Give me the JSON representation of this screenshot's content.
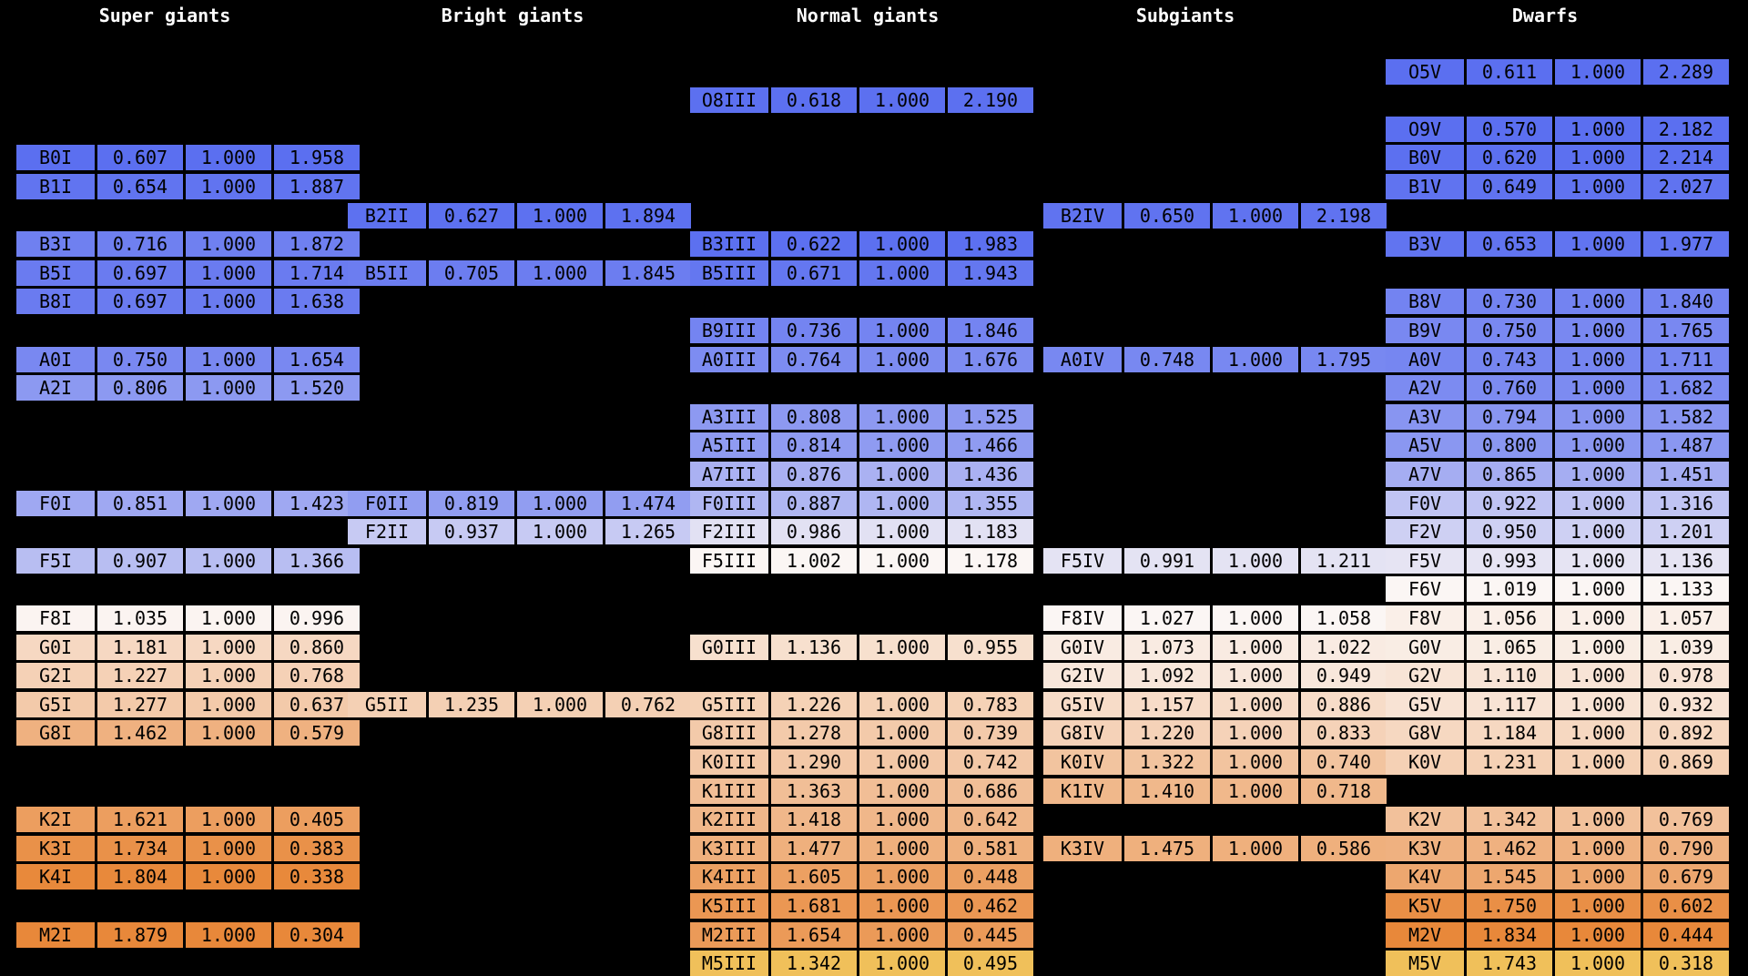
{
  "headers": [
    "Super giants",
    "Bright giants",
    "Normal giants",
    "Subgiants",
    "Dwarfs"
  ],
  "columns": [
    {
      "group": "Super giants",
      "rows": [
        {
          "row": 4,
          "cls": "B0I",
          "v": [
            "0.607",
            "1.000",
            "1.958"
          ]
        },
        {
          "row": 5,
          "cls": "B1I",
          "v": [
            "0.654",
            "1.000",
            "1.887"
          ]
        },
        {
          "row": 7,
          "cls": "B3I",
          "v": [
            "0.716",
            "1.000",
            "1.872"
          ]
        },
        {
          "row": 8,
          "cls": "B5I",
          "v": [
            "0.697",
            "1.000",
            "1.714"
          ]
        },
        {
          "row": 9,
          "cls": "B8I",
          "v": [
            "0.697",
            "1.000",
            "1.638"
          ]
        },
        {
          "row": 11,
          "cls": "A0I",
          "v": [
            "0.750",
            "1.000",
            "1.654"
          ]
        },
        {
          "row": 12,
          "cls": "A2I",
          "v": [
            "0.806",
            "1.000",
            "1.520"
          ]
        },
        {
          "row": 16,
          "cls": "F0I",
          "v": [
            "0.851",
            "1.000",
            "1.423"
          ]
        },
        {
          "row": 18,
          "cls": "F5I",
          "v": [
            "0.907",
            "1.000",
            "1.366"
          ]
        },
        {
          "row": 20,
          "cls": "F8I",
          "v": [
            "1.035",
            "1.000",
            "0.996"
          ]
        },
        {
          "row": 21,
          "cls": "G0I",
          "v": [
            "1.181",
            "1.000",
            "0.860"
          ]
        },
        {
          "row": 22,
          "cls": "G2I",
          "v": [
            "1.227",
            "1.000",
            "0.768"
          ]
        },
        {
          "row": 23,
          "cls": "G5I",
          "v": [
            "1.277",
            "1.000",
            "0.637"
          ]
        },
        {
          "row": 24,
          "cls": "G8I",
          "v": [
            "1.462",
            "1.000",
            "0.579"
          ]
        },
        {
          "row": 27,
          "cls": "K2I",
          "v": [
            "1.621",
            "1.000",
            "0.405"
          ]
        },
        {
          "row": 28,
          "cls": "K3I",
          "v": [
            "1.734",
            "1.000",
            "0.383"
          ]
        },
        {
          "row": 29,
          "cls": "K4I",
          "v": [
            "1.804",
            "1.000",
            "0.338"
          ]
        },
        {
          "row": 31,
          "cls": "M2I",
          "v": [
            "1.879",
            "1.000",
            "0.304"
          ]
        }
      ]
    },
    {
      "group": "Bright giants",
      "rows": [
        {
          "row": 6,
          "cls": "B2II",
          "v": [
            "0.627",
            "1.000",
            "1.894"
          ]
        },
        {
          "row": 8,
          "cls": "B5II",
          "v": [
            "0.705",
            "1.000",
            "1.845"
          ]
        },
        {
          "row": 16,
          "cls": "F0II",
          "v": [
            "0.819",
            "1.000",
            "1.474"
          ]
        },
        {
          "row": 17,
          "cls": "F2II",
          "v": [
            "0.937",
            "1.000",
            "1.265"
          ]
        },
        {
          "row": 23,
          "cls": "G5II",
          "v": [
            "1.235",
            "1.000",
            "0.762"
          ]
        }
      ]
    },
    {
      "group": "Normal giants",
      "rows": [
        {
          "row": 2,
          "cls": "O8III",
          "v": [
            "0.618",
            "1.000",
            "2.190"
          ]
        },
        {
          "row": 7,
          "cls": "B3III",
          "v": [
            "0.622",
            "1.000",
            "1.983"
          ]
        },
        {
          "row": 8,
          "cls": "B5III",
          "v": [
            "0.671",
            "1.000",
            "1.943"
          ]
        },
        {
          "row": 10,
          "cls": "B9III",
          "v": [
            "0.736",
            "1.000",
            "1.846"
          ]
        },
        {
          "row": 11,
          "cls": "A0III",
          "v": [
            "0.764",
            "1.000",
            "1.676"
          ]
        },
        {
          "row": 13,
          "cls": "A3III",
          "v": [
            "0.808",
            "1.000",
            "1.525"
          ]
        },
        {
          "row": 14,
          "cls": "A5III",
          "v": [
            "0.814",
            "1.000",
            "1.466"
          ]
        },
        {
          "row": 15,
          "cls": "A7III",
          "v": [
            "0.876",
            "1.000",
            "1.436"
          ]
        },
        {
          "row": 16,
          "cls": "F0III",
          "v": [
            "0.887",
            "1.000",
            "1.355"
          ]
        },
        {
          "row": 17,
          "cls": "F2III",
          "v": [
            "0.986",
            "1.000",
            "1.183"
          ]
        },
        {
          "row": 18,
          "cls": "F5III",
          "v": [
            "1.002",
            "1.000",
            "1.178"
          ]
        },
        {
          "row": 21,
          "cls": "G0III",
          "v": [
            "1.136",
            "1.000",
            "0.955"
          ]
        },
        {
          "row": 23,
          "cls": "G5III",
          "v": [
            "1.226",
            "1.000",
            "0.783"
          ]
        },
        {
          "row": 24,
          "cls": "G8III",
          "v": [
            "1.278",
            "1.000",
            "0.739"
          ]
        },
        {
          "row": 25,
          "cls": "K0III",
          "v": [
            "1.290",
            "1.000",
            "0.742"
          ]
        },
        {
          "row": 26,
          "cls": "K1III",
          "v": [
            "1.363",
            "1.000",
            "0.686"
          ]
        },
        {
          "row": 27,
          "cls": "K2III",
          "v": [
            "1.418",
            "1.000",
            "0.642"
          ]
        },
        {
          "row": 28,
          "cls": "K3III",
          "v": [
            "1.477",
            "1.000",
            "0.581"
          ]
        },
        {
          "row": 29,
          "cls": "K4III",
          "v": [
            "1.605",
            "1.000",
            "0.448"
          ]
        },
        {
          "row": 30,
          "cls": "K5III",
          "v": [
            "1.681",
            "1.000",
            "0.462"
          ]
        },
        {
          "row": 31,
          "cls": "M2III",
          "v": [
            "1.654",
            "1.000",
            "0.445"
          ]
        },
        {
          "row": 32,
          "cls": "M5III",
          "v": [
            "1.342",
            "1.000",
            "0.495"
          ]
        }
      ]
    },
    {
      "group": "Subgiants",
      "rows": [
        {
          "row": 6,
          "cls": "B2IV",
          "v": [
            "0.650",
            "1.000",
            "2.198"
          ]
        },
        {
          "row": 11,
          "cls": "A0IV",
          "v": [
            "0.748",
            "1.000",
            "1.795"
          ]
        },
        {
          "row": 18,
          "cls": "F5IV",
          "v": [
            "0.991",
            "1.000",
            "1.211"
          ]
        },
        {
          "row": 20,
          "cls": "F8IV",
          "v": [
            "1.027",
            "1.000",
            "1.058"
          ]
        },
        {
          "row": 21,
          "cls": "G0IV",
          "v": [
            "1.073",
            "1.000",
            "1.022"
          ]
        },
        {
          "row": 22,
          "cls": "G2IV",
          "v": [
            "1.092",
            "1.000",
            "0.949"
          ]
        },
        {
          "row": 23,
          "cls": "G5IV",
          "v": [
            "1.157",
            "1.000",
            "0.886"
          ]
        },
        {
          "row": 24,
          "cls": "G8IV",
          "v": [
            "1.220",
            "1.000",
            "0.833"
          ]
        },
        {
          "row": 25,
          "cls": "K0IV",
          "v": [
            "1.322",
            "1.000",
            "0.740"
          ]
        },
        {
          "row": 26,
          "cls": "K1IV",
          "v": [
            "1.410",
            "1.000",
            "0.718"
          ]
        },
        {
          "row": 28,
          "cls": "K3IV",
          "v": [
            "1.475",
            "1.000",
            "0.586"
          ]
        }
      ]
    },
    {
      "group": "Dwarfs",
      "rows": [
        {
          "row": 1,
          "cls": "O5V",
          "v": [
            "0.611",
            "1.000",
            "2.289"
          ]
        },
        {
          "row": 3,
          "cls": "O9V",
          "v": [
            "0.570",
            "1.000",
            "2.182"
          ]
        },
        {
          "row": 4,
          "cls": "B0V",
          "v": [
            "0.620",
            "1.000",
            "2.214"
          ]
        },
        {
          "row": 5,
          "cls": "B1V",
          "v": [
            "0.649",
            "1.000",
            "2.027"
          ]
        },
        {
          "row": 7,
          "cls": "B3V",
          "v": [
            "0.653",
            "1.000",
            "1.977"
          ]
        },
        {
          "row": 9,
          "cls": "B8V",
          "v": [
            "0.730",
            "1.000",
            "1.840"
          ]
        },
        {
          "row": 10,
          "cls": "B9V",
          "v": [
            "0.750",
            "1.000",
            "1.765"
          ]
        },
        {
          "row": 11,
          "cls": "A0V",
          "v": [
            "0.743",
            "1.000",
            "1.711"
          ]
        },
        {
          "row": 12,
          "cls": "A2V",
          "v": [
            "0.760",
            "1.000",
            "1.682"
          ]
        },
        {
          "row": 13,
          "cls": "A3V",
          "v": [
            "0.794",
            "1.000",
            "1.582"
          ]
        },
        {
          "row": 14,
          "cls": "A5V",
          "v": [
            "0.800",
            "1.000",
            "1.487"
          ]
        },
        {
          "row": 15,
          "cls": "A7V",
          "v": [
            "0.865",
            "1.000",
            "1.451"
          ]
        },
        {
          "row": 16,
          "cls": "F0V",
          "v": [
            "0.922",
            "1.000",
            "1.316"
          ]
        },
        {
          "row": 17,
          "cls": "F2V",
          "v": [
            "0.950",
            "1.000",
            "1.201"
          ]
        },
        {
          "row": 18,
          "cls": "F5V",
          "v": [
            "0.993",
            "1.000",
            "1.136"
          ]
        },
        {
          "row": 19,
          "cls": "F6V",
          "v": [
            "1.019",
            "1.000",
            "1.133"
          ]
        },
        {
          "row": 20,
          "cls": "F8V",
          "v": [
            "1.056",
            "1.000",
            "1.057"
          ]
        },
        {
          "row": 21,
          "cls": "G0V",
          "v": [
            "1.065",
            "1.000",
            "1.039"
          ]
        },
        {
          "row": 22,
          "cls": "G2V",
          "v": [
            "1.110",
            "1.000",
            "0.978"
          ]
        },
        {
          "row": 23,
          "cls": "G5V",
          "v": [
            "1.117",
            "1.000",
            "0.932"
          ]
        },
        {
          "row": 24,
          "cls": "G8V",
          "v": [
            "1.184",
            "1.000",
            "0.892"
          ]
        },
        {
          "row": 25,
          "cls": "K0V",
          "v": [
            "1.231",
            "1.000",
            "0.869"
          ]
        },
        {
          "row": 27,
          "cls": "K2V",
          "v": [
            "1.342",
            "1.000",
            "0.769"
          ]
        },
        {
          "row": 28,
          "cls": "K3V",
          "v": [
            "1.462",
            "1.000",
            "0.790"
          ]
        },
        {
          "row": 29,
          "cls": "K4V",
          "v": [
            "1.545",
            "1.000",
            "0.679"
          ]
        },
        {
          "row": 30,
          "cls": "K5V",
          "v": [
            "1.750",
            "1.000",
            "0.602"
          ]
        },
        {
          "row": 31,
          "cls": "M2V",
          "v": [
            "1.834",
            "1.000",
            "0.444"
          ]
        },
        {
          "row": 32,
          "cls": "M5V",
          "v": [
            "1.743",
            "1.000",
            "0.318"
          ]
        }
      ]
    }
  ],
  "colors": {
    "blue": "#5b6ff0",
    "white": "#fbf6f4",
    "orange": "#e8883a",
    "yellow": "#f0c05a"
  }
}
